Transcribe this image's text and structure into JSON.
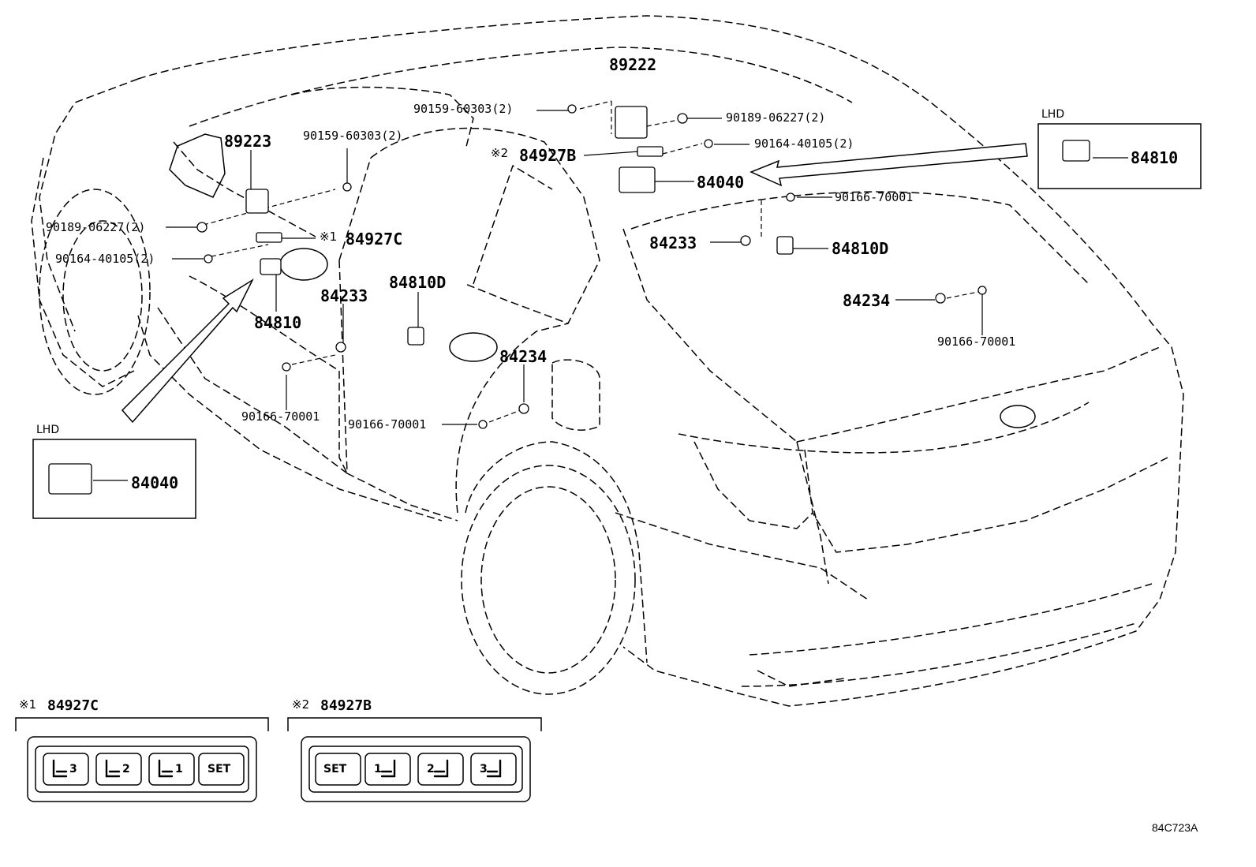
{
  "reference_code": "84C723A",
  "callouts": {
    "p89222": "89222",
    "p89223": "89223",
    "p90159_a": "90159-60303(2)",
    "p90159_b": "90159-60303(2)",
    "p90189_a": "90189-06227(2)",
    "p90189_b": "90189-06227(2)",
    "p90164_a": "90164-40105(2)",
    "p90164_b": "90164-40105(2)",
    "p84927b_mark": "※2",
    "p84927b": "84927B",
    "p84927c_mark": "※1",
    "p84927c": "84927C",
    "p84040": "84040",
    "p90166_a": "90166-70001",
    "p90166_b": "90166-70001",
    "p90166_c": "90166-70001",
    "p90166_d": "90166-70001",
    "p84233_a": "84233",
    "p84233_b": "84233",
    "p84810d_a": "84810D",
    "p84810d_b": "84810D",
    "p84234_a": "84234",
    "p84234_b": "84234",
    "p84810": "84810"
  },
  "inset_right": {
    "title": "LHD",
    "part": "84810"
  },
  "inset_left": {
    "title": "LHD",
    "part": "84040"
  },
  "switch_c": {
    "mark": "※1",
    "part": "84927C",
    "buttons": [
      "3",
      "2",
      "1",
      "SET"
    ]
  },
  "switch_b": {
    "mark": "※2",
    "part": "84927B",
    "buttons": [
      "SET",
      "1",
      "2",
      "3"
    ]
  }
}
